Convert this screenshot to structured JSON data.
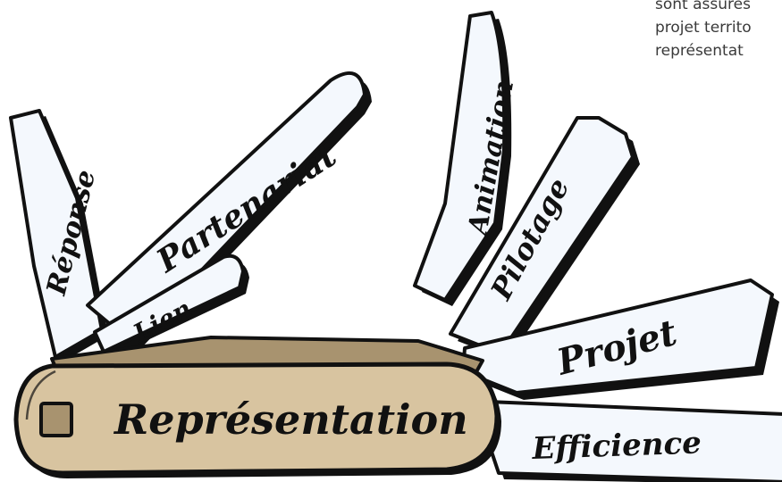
{
  "caption": {
    "lines": [
      "sont assurés",
      "projet territo",
      "représentat"
    ]
  },
  "knife": {
    "handle_label": "Représentation",
    "handle_color": "#d8c4a0",
    "blade_color": "#f4f8fd",
    "outline_color": "#111111",
    "blades": {
      "reponse": "Réponse",
      "partenariat": "Partenariat",
      "lien": "Lien",
      "animation": "Animation",
      "pilotage": "Pilotage",
      "projet": "Projet",
      "efficience": "Efficience"
    }
  }
}
